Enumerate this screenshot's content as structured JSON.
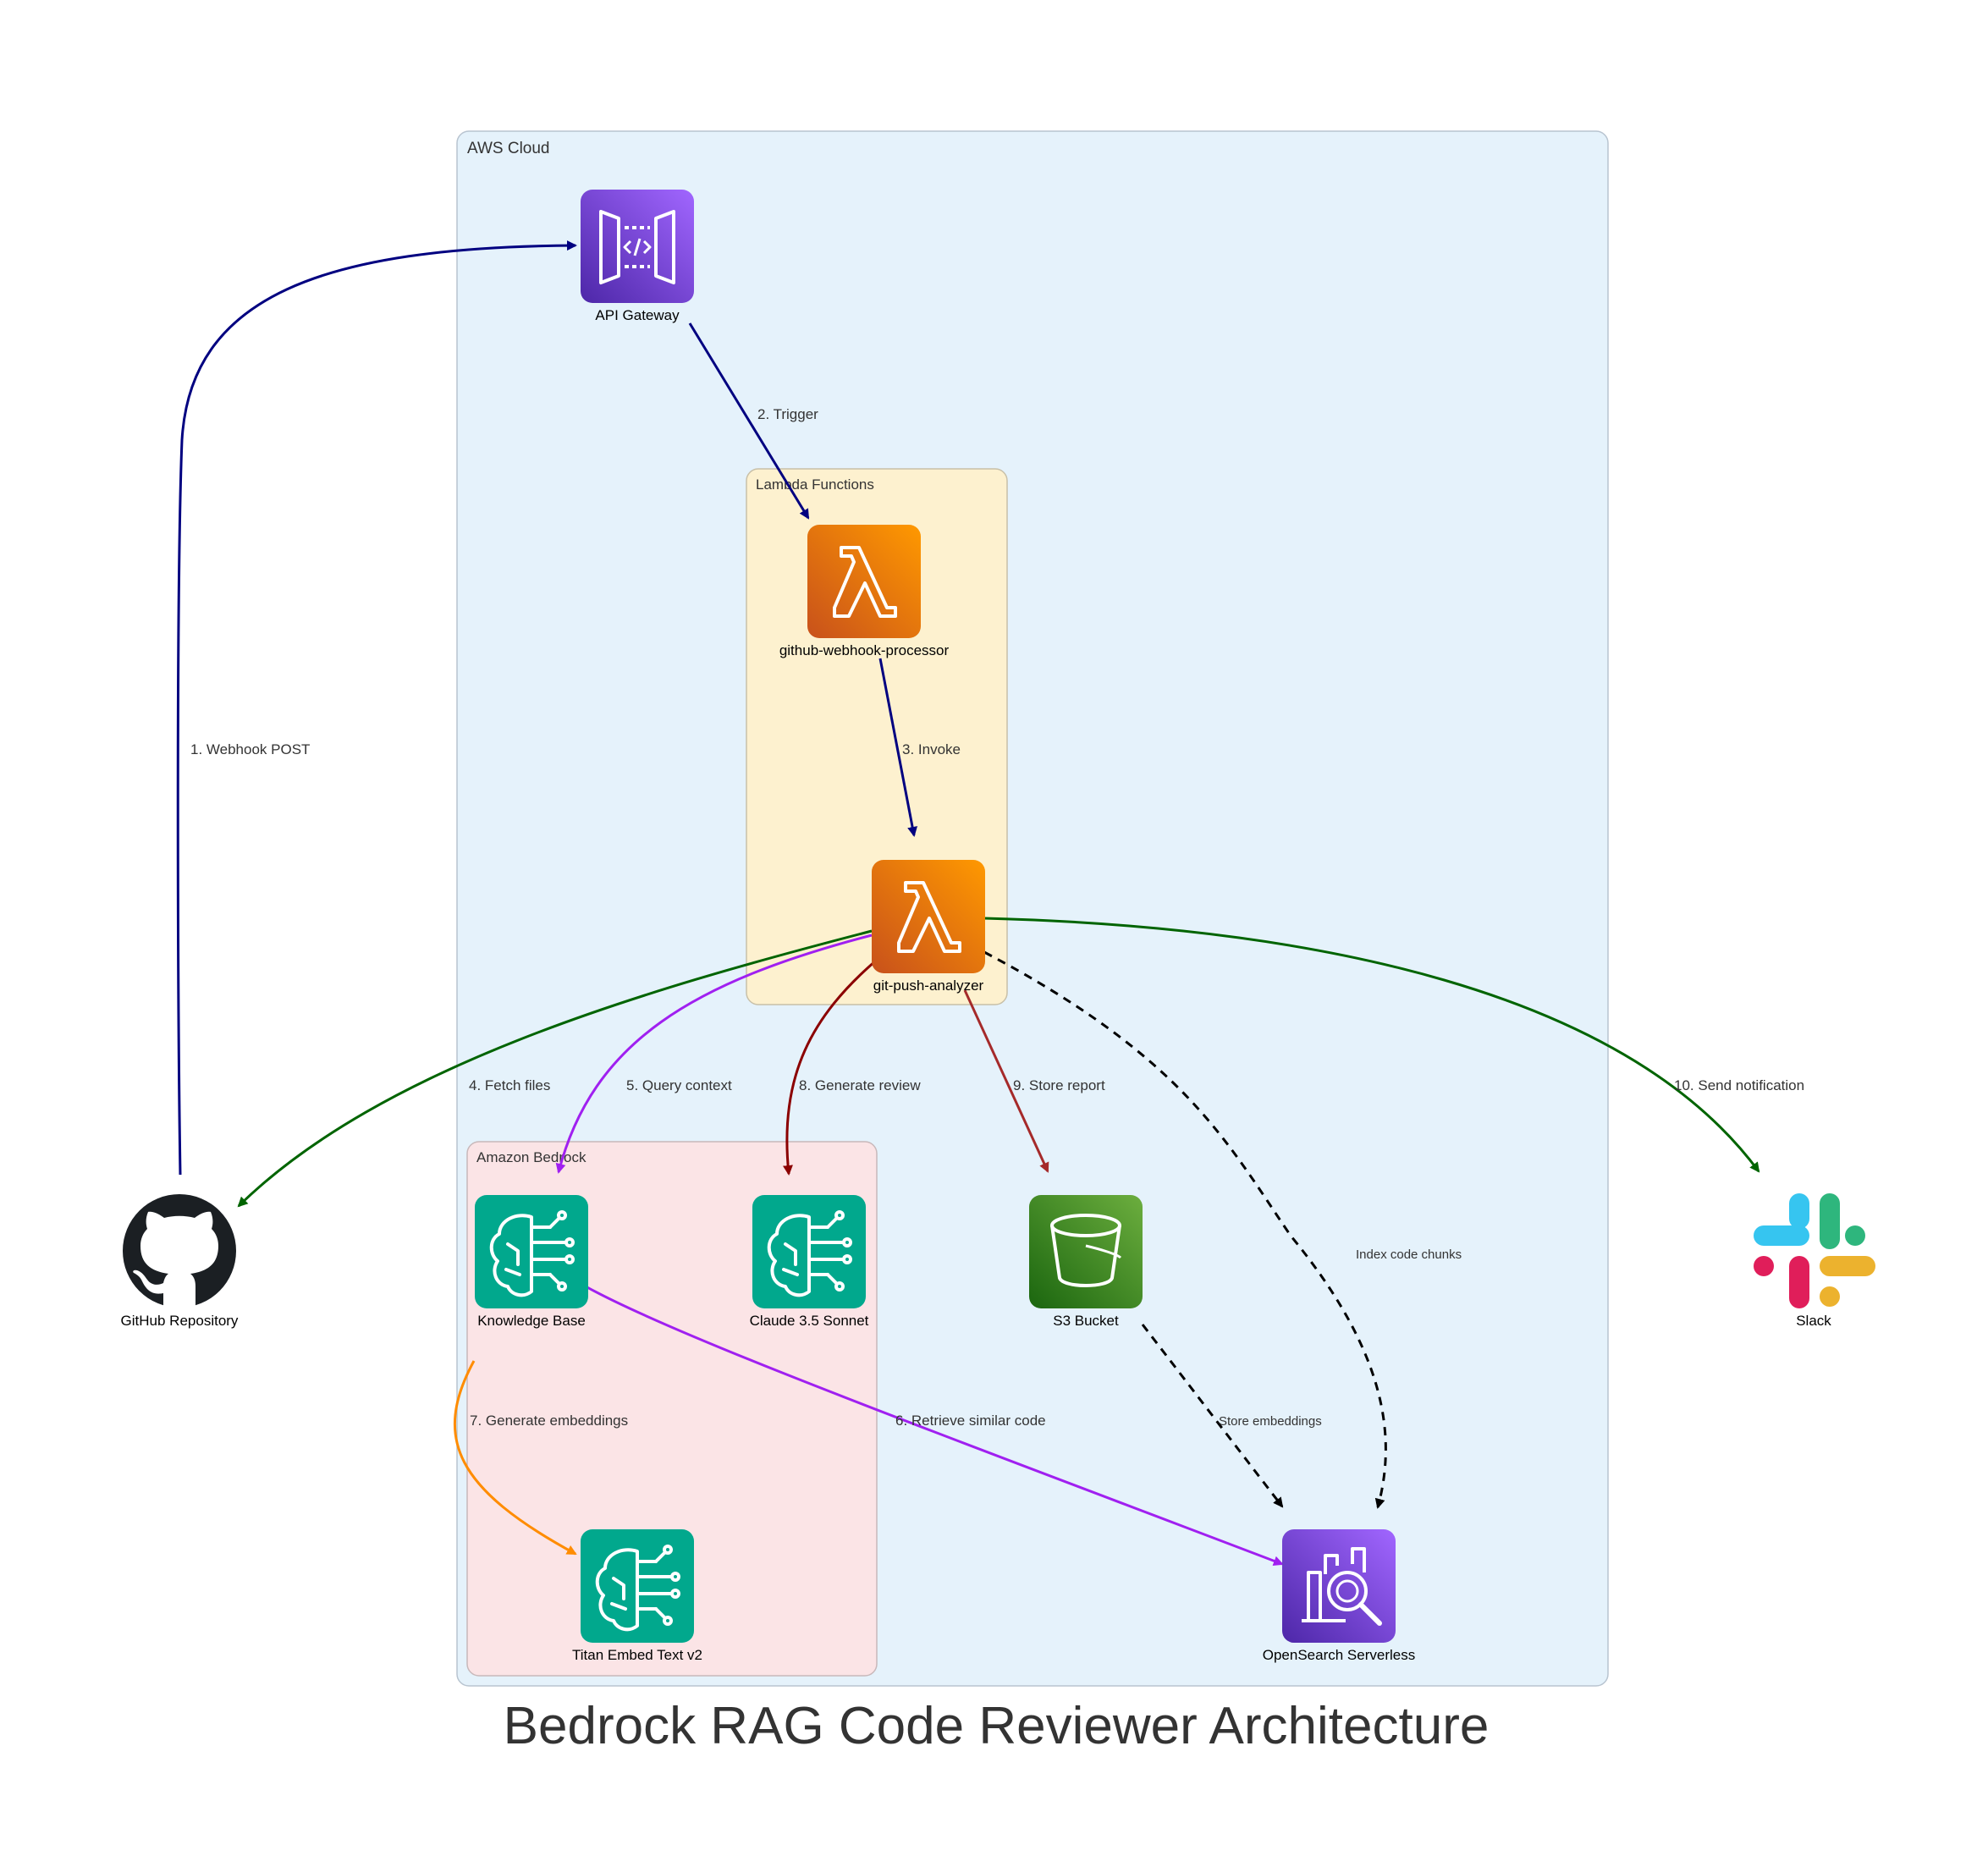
{
  "title": "Bedrock RAG Code Reviewer Architecture",
  "clusters": {
    "aws_cloud": "AWS Cloud",
    "lambda_functions": "Lambda Functions",
    "amazon_bedrock": "Amazon Bedrock"
  },
  "nodes": {
    "api_gateway": {
      "label": "API Gateway",
      "icon": "api-gateway-icon"
    },
    "webhook_processor": {
      "label": "github-webhook-processor",
      "icon": "lambda-icon"
    },
    "push_analyzer": {
      "label": "git-push-analyzer",
      "icon": "lambda-icon"
    },
    "knowledge_base": {
      "label": "Knowledge Base",
      "icon": "bedrock-icon"
    },
    "claude": {
      "label": "Claude 3.5 Sonnet",
      "icon": "bedrock-icon"
    },
    "titan": {
      "label": "Titan Embed Text v2",
      "icon": "bedrock-icon"
    },
    "s3": {
      "label": "S3 Bucket",
      "icon": "s3-bucket-icon"
    },
    "opensearch": {
      "label": "OpenSearch Serverless",
      "icon": "opensearch-icon"
    },
    "github": {
      "label": "GitHub Repository",
      "icon": "github-icon"
    },
    "slack": {
      "label": "Slack",
      "icon": "slack-icon"
    }
  },
  "edges": {
    "webhook_post": "1. Webhook POST",
    "trigger": "2. Trigger",
    "invoke": "3. Invoke",
    "fetch_files": "4. Fetch files",
    "query_context": "5. Query context",
    "retrieve_similar": "6. Retrieve similar code",
    "generate_embeddings": "7. Generate embeddings",
    "generate_review": "8. Generate review",
    "store_report": "9. Store report",
    "send_notification": "10. Send notification",
    "index_chunks": "Index code chunks",
    "store_embeddings": "Store embeddings"
  },
  "colors": {
    "aws_cloud_fill": "#e5f2fb",
    "lambda_fill": "#fdf1cf",
    "bedrock_fill": "#fbe4e6",
    "navy": "#000080",
    "green": "#006400",
    "purple": "#a020f0",
    "darkred": "#8b0000",
    "brown": "#a52a2a",
    "orange": "#ff8c00"
  }
}
